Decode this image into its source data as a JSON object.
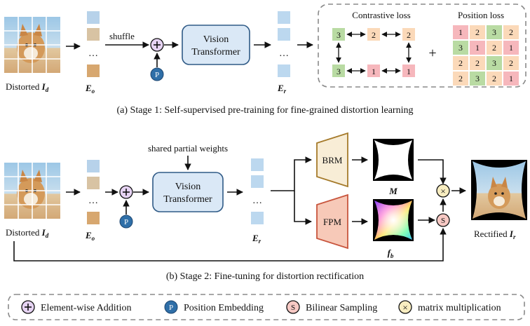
{
  "stage1": {
    "input_label": "Distorted",
    "input_symbol": "I",
    "input_sub": "d",
    "shuffle_label": "shuffle",
    "eo_symbol": "E",
    "eo_sub": "o",
    "vit_line1": "Vision",
    "vit_line2": "Transformer",
    "er_symbol": "E",
    "er_sub": "r",
    "pos_embed_letter": "P",
    "dots": "…",
    "contrastive_title": "Contrastive loss",
    "position_title": "Position loss",
    "plus": "+",
    "contrastive_nodes": [
      {
        "value": "3",
        "color": "#b9dba3"
      },
      {
        "value": "2",
        "color": "#fbd9b9"
      },
      {
        "value": "2",
        "color": "#fbd9b9"
      },
      {
        "value": "3",
        "color": "#b9dba3"
      },
      {
        "value": "1",
        "color": "#f6b7bc"
      },
      {
        "value": "1",
        "color": "#f6b7bc"
      }
    ],
    "position_grid": [
      [
        "1",
        "2",
        "3",
        "2"
      ],
      [
        "3",
        "1",
        "2",
        "1"
      ],
      [
        "2",
        "2",
        "3",
        "2"
      ],
      [
        "2",
        "3",
        "2",
        "1"
      ]
    ],
    "caption": "(a) Stage 1:  Self-supervised pre-training for fine-grained distortion learning"
  },
  "stage2": {
    "input_label": "Distorted",
    "input_symbol": "I",
    "input_sub": "d",
    "shared_label": "shared partial weights",
    "eo_symbol": "E",
    "eo_sub": "o",
    "vit_line1": "Vision",
    "vit_line2": "Transformer",
    "er_symbol": "E",
    "er_sub": "r",
    "pos_embed_letter": "P",
    "dots": "…",
    "brm_label": "BRM",
    "fpm_label": "FPM",
    "mask_symbol": "M",
    "flow_symbol": "f",
    "flow_sub": "b",
    "sample_letter": "S",
    "mult_symbol": "×",
    "output_label": "Rectified",
    "output_symbol": "I",
    "output_sub": "r",
    "caption": "(b) Stage 2:  Fine-tuning for distortion rectification"
  },
  "legend": {
    "add": "Element-wise Addition",
    "pos_letter": "P",
    "pos": "Position Embedding",
    "sample_letter": "S",
    "sample": "Bilinear Sampling",
    "mult_symbol": "×",
    "mult": "matrix multiplication"
  },
  "colors": {
    "add_fill": "#e6d3f3",
    "pos_fill": "#2f6fa8",
    "vit_fill": "#dae8f6",
    "vit_stroke": "#2f5a86",
    "token_fill": "#bcd8ef",
    "brm_fill": "#f8edd6",
    "brm_stroke": "#a57a2a",
    "fpm_fill": "#f7c9b8",
    "fpm_stroke": "#c8553d",
    "sample_fill": "#f7c9c4",
    "mult_fill": "#f8edc0"
  }
}
